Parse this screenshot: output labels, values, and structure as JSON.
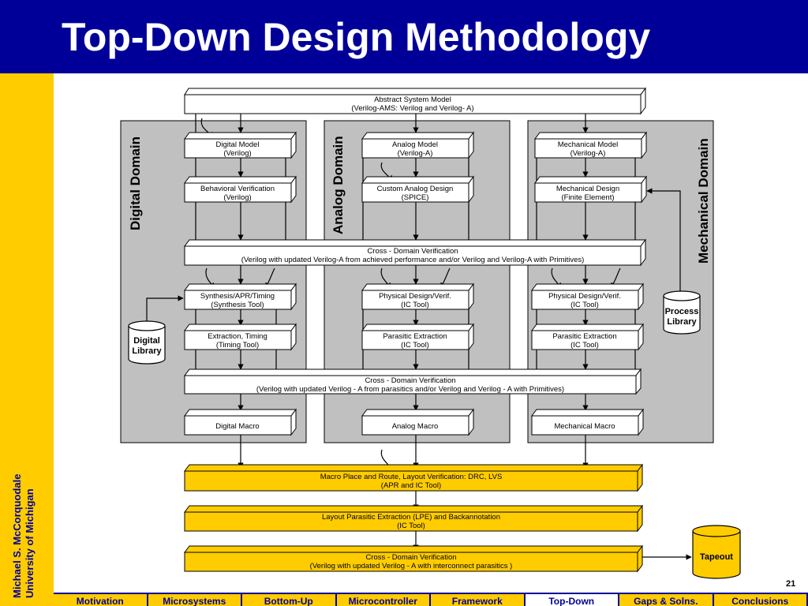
{
  "title": "Top-Down Design Methodology",
  "author": {
    "name": "Michael S. McCorquodale",
    "affiliation": "University of Michigan"
  },
  "page_number": "21",
  "domains": {
    "digital": "Digital Domain",
    "analog": "Analog Domain",
    "mechanical": "Mechanical Domain"
  },
  "boxes": {
    "abstract": [
      "Abstract System Model",
      "(Verilog-AMS: Verilog and Verilog- A)"
    ],
    "digital_model": [
      "Digital Model",
      "(Verilog)"
    ],
    "analog_model": [
      "Analog Model",
      "(Verilog-A)"
    ],
    "mech_model": [
      "Mechanical Model",
      "(Verilog-A)"
    ],
    "behavioral": [
      "Behavioral Verification",
      "(Verilog)"
    ],
    "custom_analog": [
      "Custom Analog Design",
      "(SPICE)"
    ],
    "mech_design": [
      "Mechanical Design",
      "(Finite Element)"
    ],
    "cross1": [
      "Cross - Domain Verification",
      "(Verilog with updated Verilog-A from achieved performance and/or Verilog and Verilog-A with Primitives)"
    ],
    "synthesis": [
      "Synthesis/APR/Timing",
      "(Synthesis Tool)"
    ],
    "physical_analog": [
      "Physical Design/Verif.",
      "(IC Tool)"
    ],
    "physical_mech": [
      "Physical Design/Verif.",
      "(IC Tool)"
    ],
    "extraction_timing": [
      "Extraction, Timing",
      "(Timing Tool)"
    ],
    "parasitic_analog": [
      "Parasitic Extraction",
      "(IC Tool)"
    ],
    "parasitic_mech": [
      "Parasitic Extraction",
      "(IC Tool)"
    ],
    "cross2": [
      "Cross - Domain Verification",
      "(Verilog with updated Verilog - A from parasitics and/or Verilog and Verilog - A with Primitives)"
    ],
    "digital_macro": [
      "Digital Macro"
    ],
    "analog_macro": [
      "Analog Macro"
    ],
    "mech_macro": [
      "Mechanical Macro"
    ],
    "macro_place": [
      "Macro Place and Route, Layout Verification: DRC, LVS",
      "(APR and IC Tool)"
    ],
    "layout_parasitic": [
      "Layout Parasitic Extraction (LPE) and Backannotation",
      "(IC Tool)"
    ],
    "cross3": [
      "Cross - Domain Verification",
      "(Verilog with updated Verilog - A with interconnect parasitics )"
    ]
  },
  "libraries": {
    "digital": [
      "Digital",
      "Library"
    ],
    "process": [
      "Process",
      "Library"
    ],
    "tapeout": [
      "Tapeout"
    ]
  },
  "nav": {
    "items": [
      "Motivation",
      "Microsystems",
      "Bottom-Up",
      "Microcontroller",
      "Framework",
      "Top-Down",
      "Gaps & Solns.",
      "Conclusions"
    ],
    "active": "Top-Down"
  },
  "colors": {
    "title_bg": "#000099",
    "accent_yellow": "#ffcc00",
    "domain_panel": "#c0c0c0",
    "box_white": "#ffffff"
  }
}
